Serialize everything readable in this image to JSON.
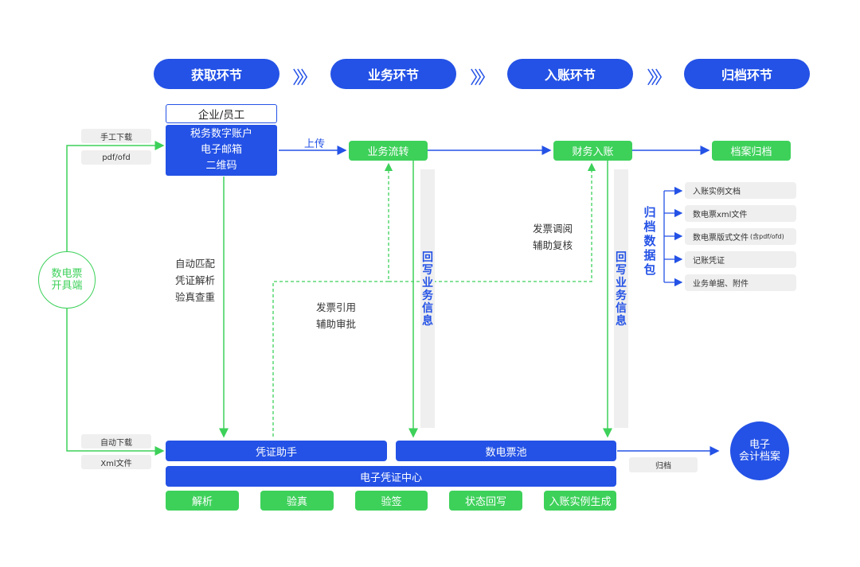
{
  "stages": [
    "获取环节",
    "业务环节",
    "入账环节",
    "归档环节"
  ],
  "stage_chevron": "〉〉〉",
  "source": {
    "line1": "数电票",
    "line2": "开具端"
  },
  "manual_download": "手工下载",
  "pdf_ofd": "pdf/ofd",
  "auto_download": "自动下载",
  "xml_file": "Xml文件",
  "enterprise": "企业/员工",
  "channels": [
    "税务数字账户",
    "电子邮箱",
    "二维码"
  ],
  "upload": "上传",
  "business_flow": "业务流转",
  "finance_entry": "财务入账",
  "archive_btn": "档案归档",
  "writeback": "回写业务信息",
  "writeback2": "回写业务信息",
  "auto_labels": [
    "自动匹配",
    "凭证解析",
    "验真查重"
  ],
  "invoice_ref": [
    "发票引用",
    "辅助审批"
  ],
  "invoice_view": [
    "发票调阅",
    "辅助复核"
  ],
  "archive_package": "归档数据包",
  "archive_items": [
    "入账实例文档",
    "数电票xml文件",
    "数电票版式文件",
    "记账凭证",
    "业务单据、附件"
  ],
  "archive_item_suffix": "(含pdf/ofd)",
  "voucher_assistant": "凭证助手",
  "invoice_pool": "数电票池",
  "voucher_center": "电子凭证中心",
  "archive_tag": "归档",
  "e_archive": {
    "line1": "电子",
    "line2": "会计档案"
  },
  "functions": [
    "解析",
    "验真",
    "验签",
    "状态回写",
    "入账实例生成"
  ],
  "colors": {
    "blue": "#2452e6",
    "green": "#3dd15a",
    "gray": "#efefef"
  }
}
